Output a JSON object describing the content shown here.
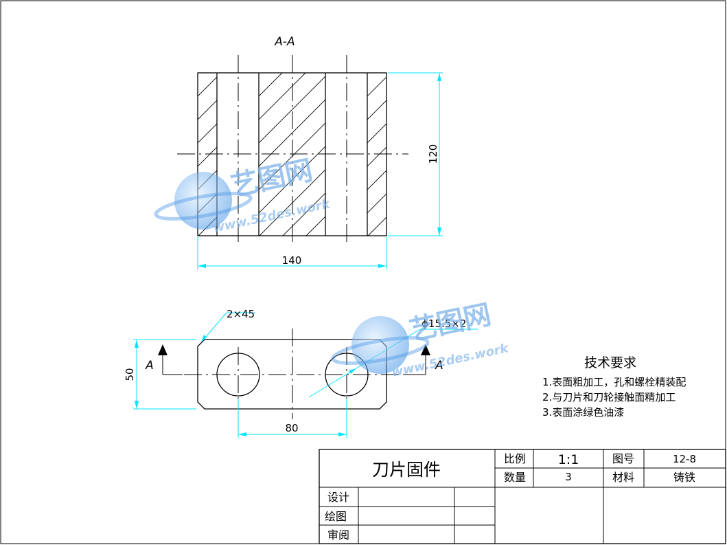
{
  "section": {
    "label": "A-A",
    "dim_width": "140",
    "dim_height": "120"
  },
  "plan": {
    "chamfer": "2×45",
    "hole": "ϕ15.5×2",
    "dim_height": "50",
    "dim_spacing": "80",
    "cut_left": "A",
    "cut_right": "A"
  },
  "notes": {
    "title": "技术要求",
    "items": [
      "1.表面粗加工，孔和螺栓精装配",
      "2.与刀片和刀轮接触面精加工",
      "3.表面涂绿色油漆"
    ]
  },
  "title_block": {
    "part_name": "刀片固件",
    "scale_label": "比例",
    "scale_value": "1:1",
    "drawing_no_label": "图号",
    "drawing_no_value": "12-8",
    "qty_label": "数量",
    "qty_value": "3",
    "material_label": "材料",
    "material_value": "铸铁",
    "design_label": "设计",
    "drawn_label": "绘图",
    "review_label": "审阅"
  },
  "watermark": {
    "text": "艺图网",
    "url": "www.52des.work"
  },
  "colors": {
    "dimension": "#00e5ff",
    "line": "#000000",
    "watermark": "#7fb3ea"
  }
}
